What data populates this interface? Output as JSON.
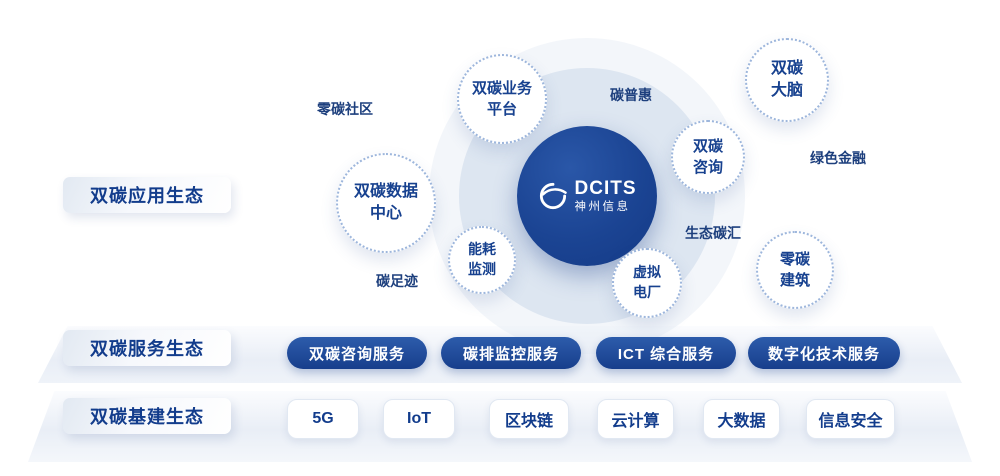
{
  "colors": {
    "primary": "#1b4493",
    "text_blue": "#17418f",
    "dotted_border": "#9db6dc",
    "ring_light": "#dde5f1",
    "band_light": "#e9eef6"
  },
  "center": {
    "logo_text": "DCITS",
    "logo_subtext": "神州信息"
  },
  "app_row": {
    "label": "双碳应用生态",
    "satellites": [
      {
        "label": "双碳业务平台"
      },
      {
        "label": "双碳大脑"
      },
      {
        "label": "双碳咨询"
      },
      {
        "label": "零碳建筑"
      },
      {
        "label": "虚拟电厂"
      },
      {
        "label": "能耗监测"
      },
      {
        "label": "双碳数据中心"
      }
    ],
    "tags": [
      {
        "label": "零碳社区"
      },
      {
        "label": "碳普惠"
      },
      {
        "label": "绿色金融"
      },
      {
        "label": "生态碳汇"
      },
      {
        "label": "碳足迹"
      }
    ]
  },
  "service_row": {
    "label": "双碳服务生态",
    "items": [
      "双碳咨询服务",
      "碳排监控服务",
      "ICT 综合服务",
      "数字化技术服务"
    ]
  },
  "infra_row": {
    "label": "双碳基建生态",
    "items": [
      "5G",
      "IoT",
      "区块链",
      "云计算",
      "大数据",
      "信息安全"
    ]
  }
}
